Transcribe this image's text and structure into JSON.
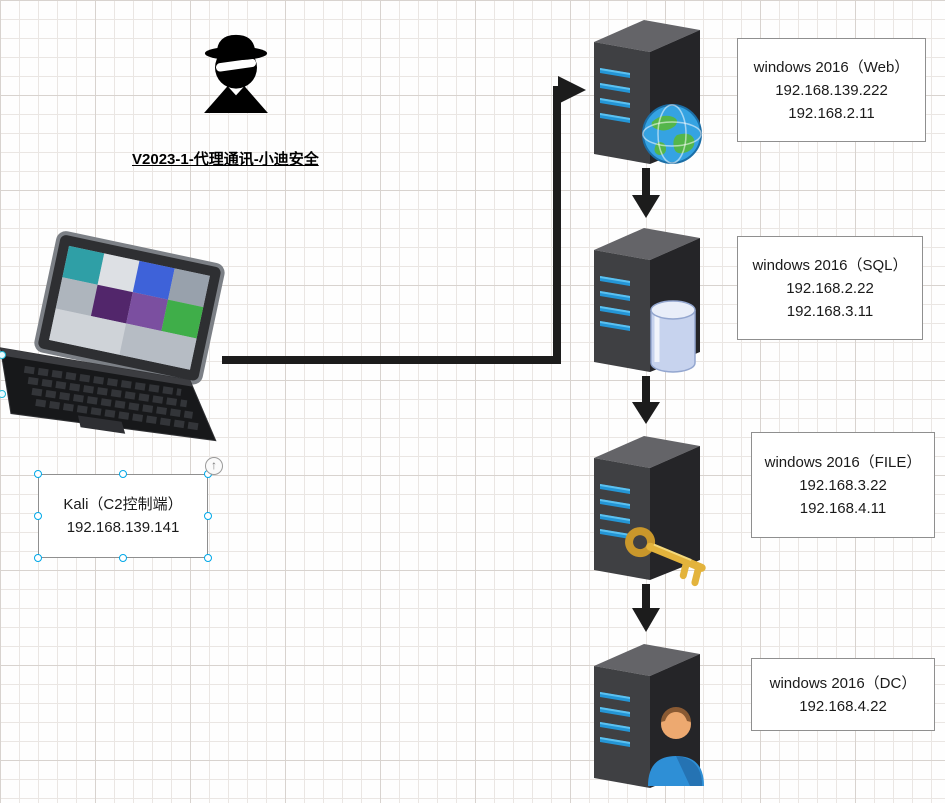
{
  "title": "V2023-1-代理通讯-小迪安全",
  "attacker": {
    "name": "Kali（C2控制端）",
    "ip": "192.168.139.141"
  },
  "servers": [
    {
      "role": "Web",
      "lines": [
        "windows 2016（Web）",
        "192.168.139.222",
        "192.168.2.11"
      ]
    },
    {
      "role": "SQL",
      "lines": [
        "windows 2016（SQL）",
        "192.168.2.22",
        "192.168.3.11"
      ]
    },
    {
      "role": "FILE",
      "lines": [
        "windows 2016（FILE）",
        "192.168.3.22",
        "192.168.4.11"
      ]
    },
    {
      "role": "DC",
      "lines": [
        "windows 2016（DC）",
        "192.168.4.22"
      ]
    }
  ],
  "icons": {
    "hacker": "🕵",
    "laptop": "💻",
    "globe": "🌐",
    "database": "🗄",
    "key": "🔑",
    "user": "👤",
    "expand_arrow": "↑"
  },
  "colors": {
    "arrow": "#1c1c1c",
    "led_blue": "#2ea3e6",
    "box_border": "#8f8f8f",
    "selection_handle": "#00a8e8",
    "globe_ocean": "#35a3e2",
    "globe_land": "#54b64a",
    "key_gold": "#e3b33c",
    "person_blue": "#2e8fd6"
  }
}
